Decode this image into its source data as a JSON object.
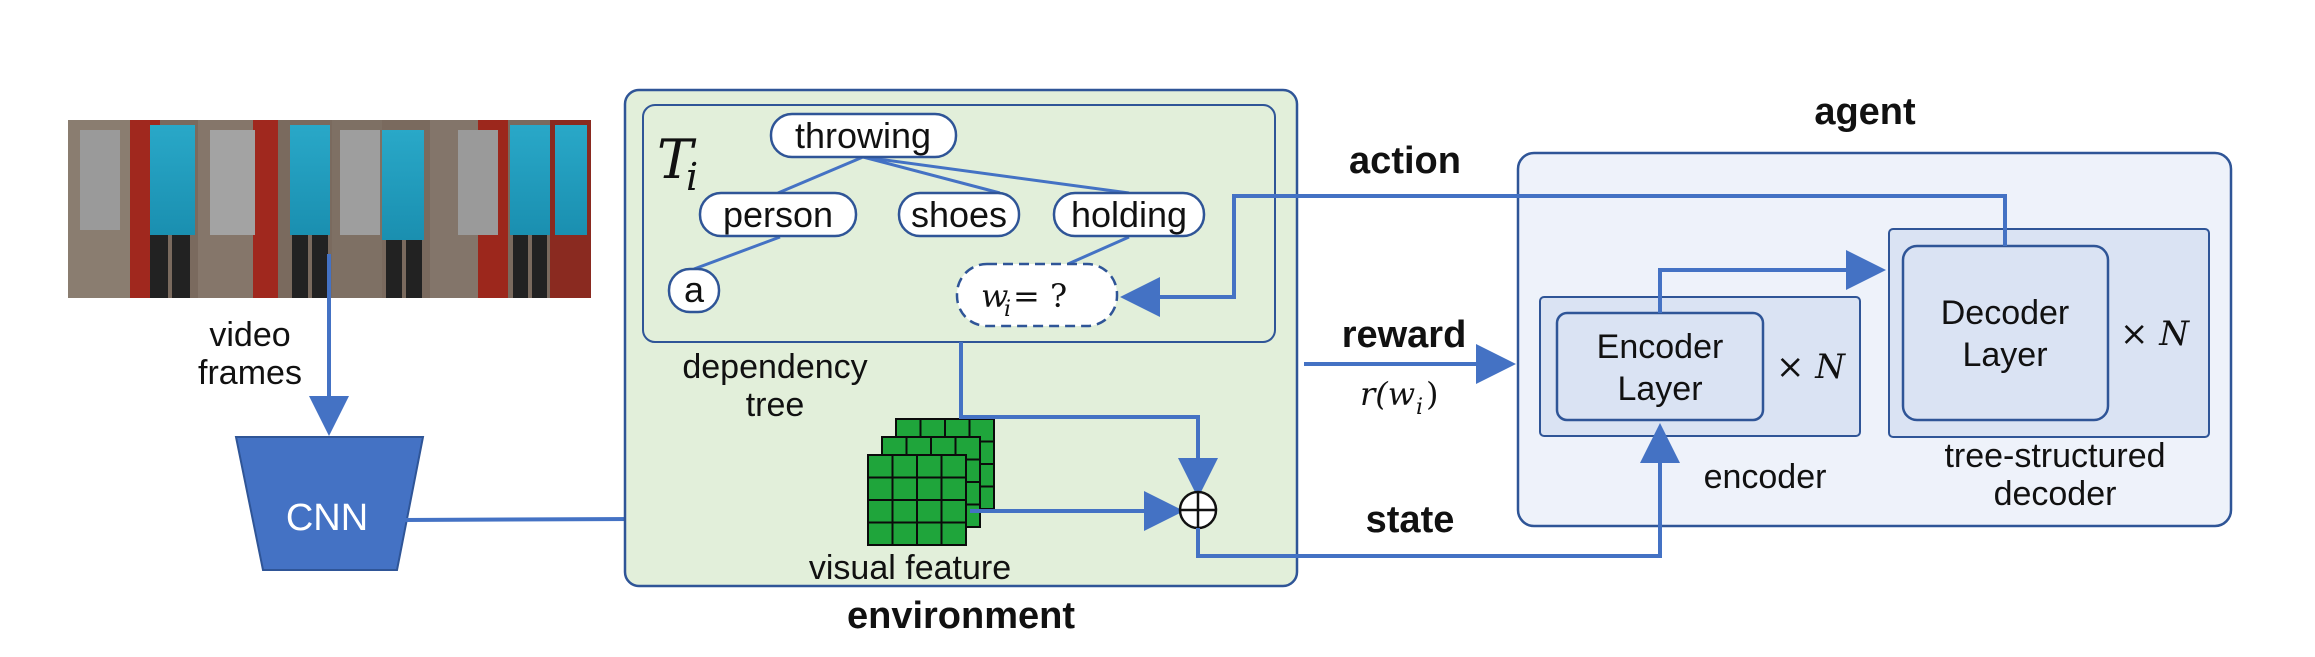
{
  "video": {
    "label_line1": "video",
    "label_line2": "frames"
  },
  "cnn": {
    "label": "CNN"
  },
  "environment": {
    "title": "environment",
    "tree_symbol": "T",
    "tree_symbol_sub": "i",
    "tree_label_line1": "dependency",
    "tree_label_line2": "tree",
    "nodes": {
      "throwing": "throwing",
      "person": "person",
      "shoes": "shoes",
      "holding": "holding",
      "a": "a",
      "unknown": "w",
      "unknown_sub": "i",
      "unknown_rest": " = ?"
    },
    "visual_feature": "visual feature",
    "combine_symbol": "⊕"
  },
  "signals": {
    "action": "action",
    "reward": "reward",
    "reward_formula": "r(w",
    "reward_formula_sub": "i",
    "reward_formula_end": ")",
    "state": "state"
  },
  "agent": {
    "title": "agent",
    "encoder_layer_line1": "Encoder",
    "encoder_layer_line2": "Layer",
    "encoder_repeat": "× N",
    "encoder_label": "encoder",
    "decoder_layer_line1": "Decoder",
    "decoder_layer_line2": "Layer",
    "decoder_repeat": "× N",
    "decoder_label_line1": "tree-structured",
    "decoder_label_line2": "decoder"
  },
  "colors": {
    "arrow": "#4472c4",
    "env_fill": "#e2efda",
    "agent_fill": "#eef2fa",
    "block_fill": "#dae3f3",
    "cnn_fill": "#4472c4",
    "feature_green": "#1fa53b"
  }
}
